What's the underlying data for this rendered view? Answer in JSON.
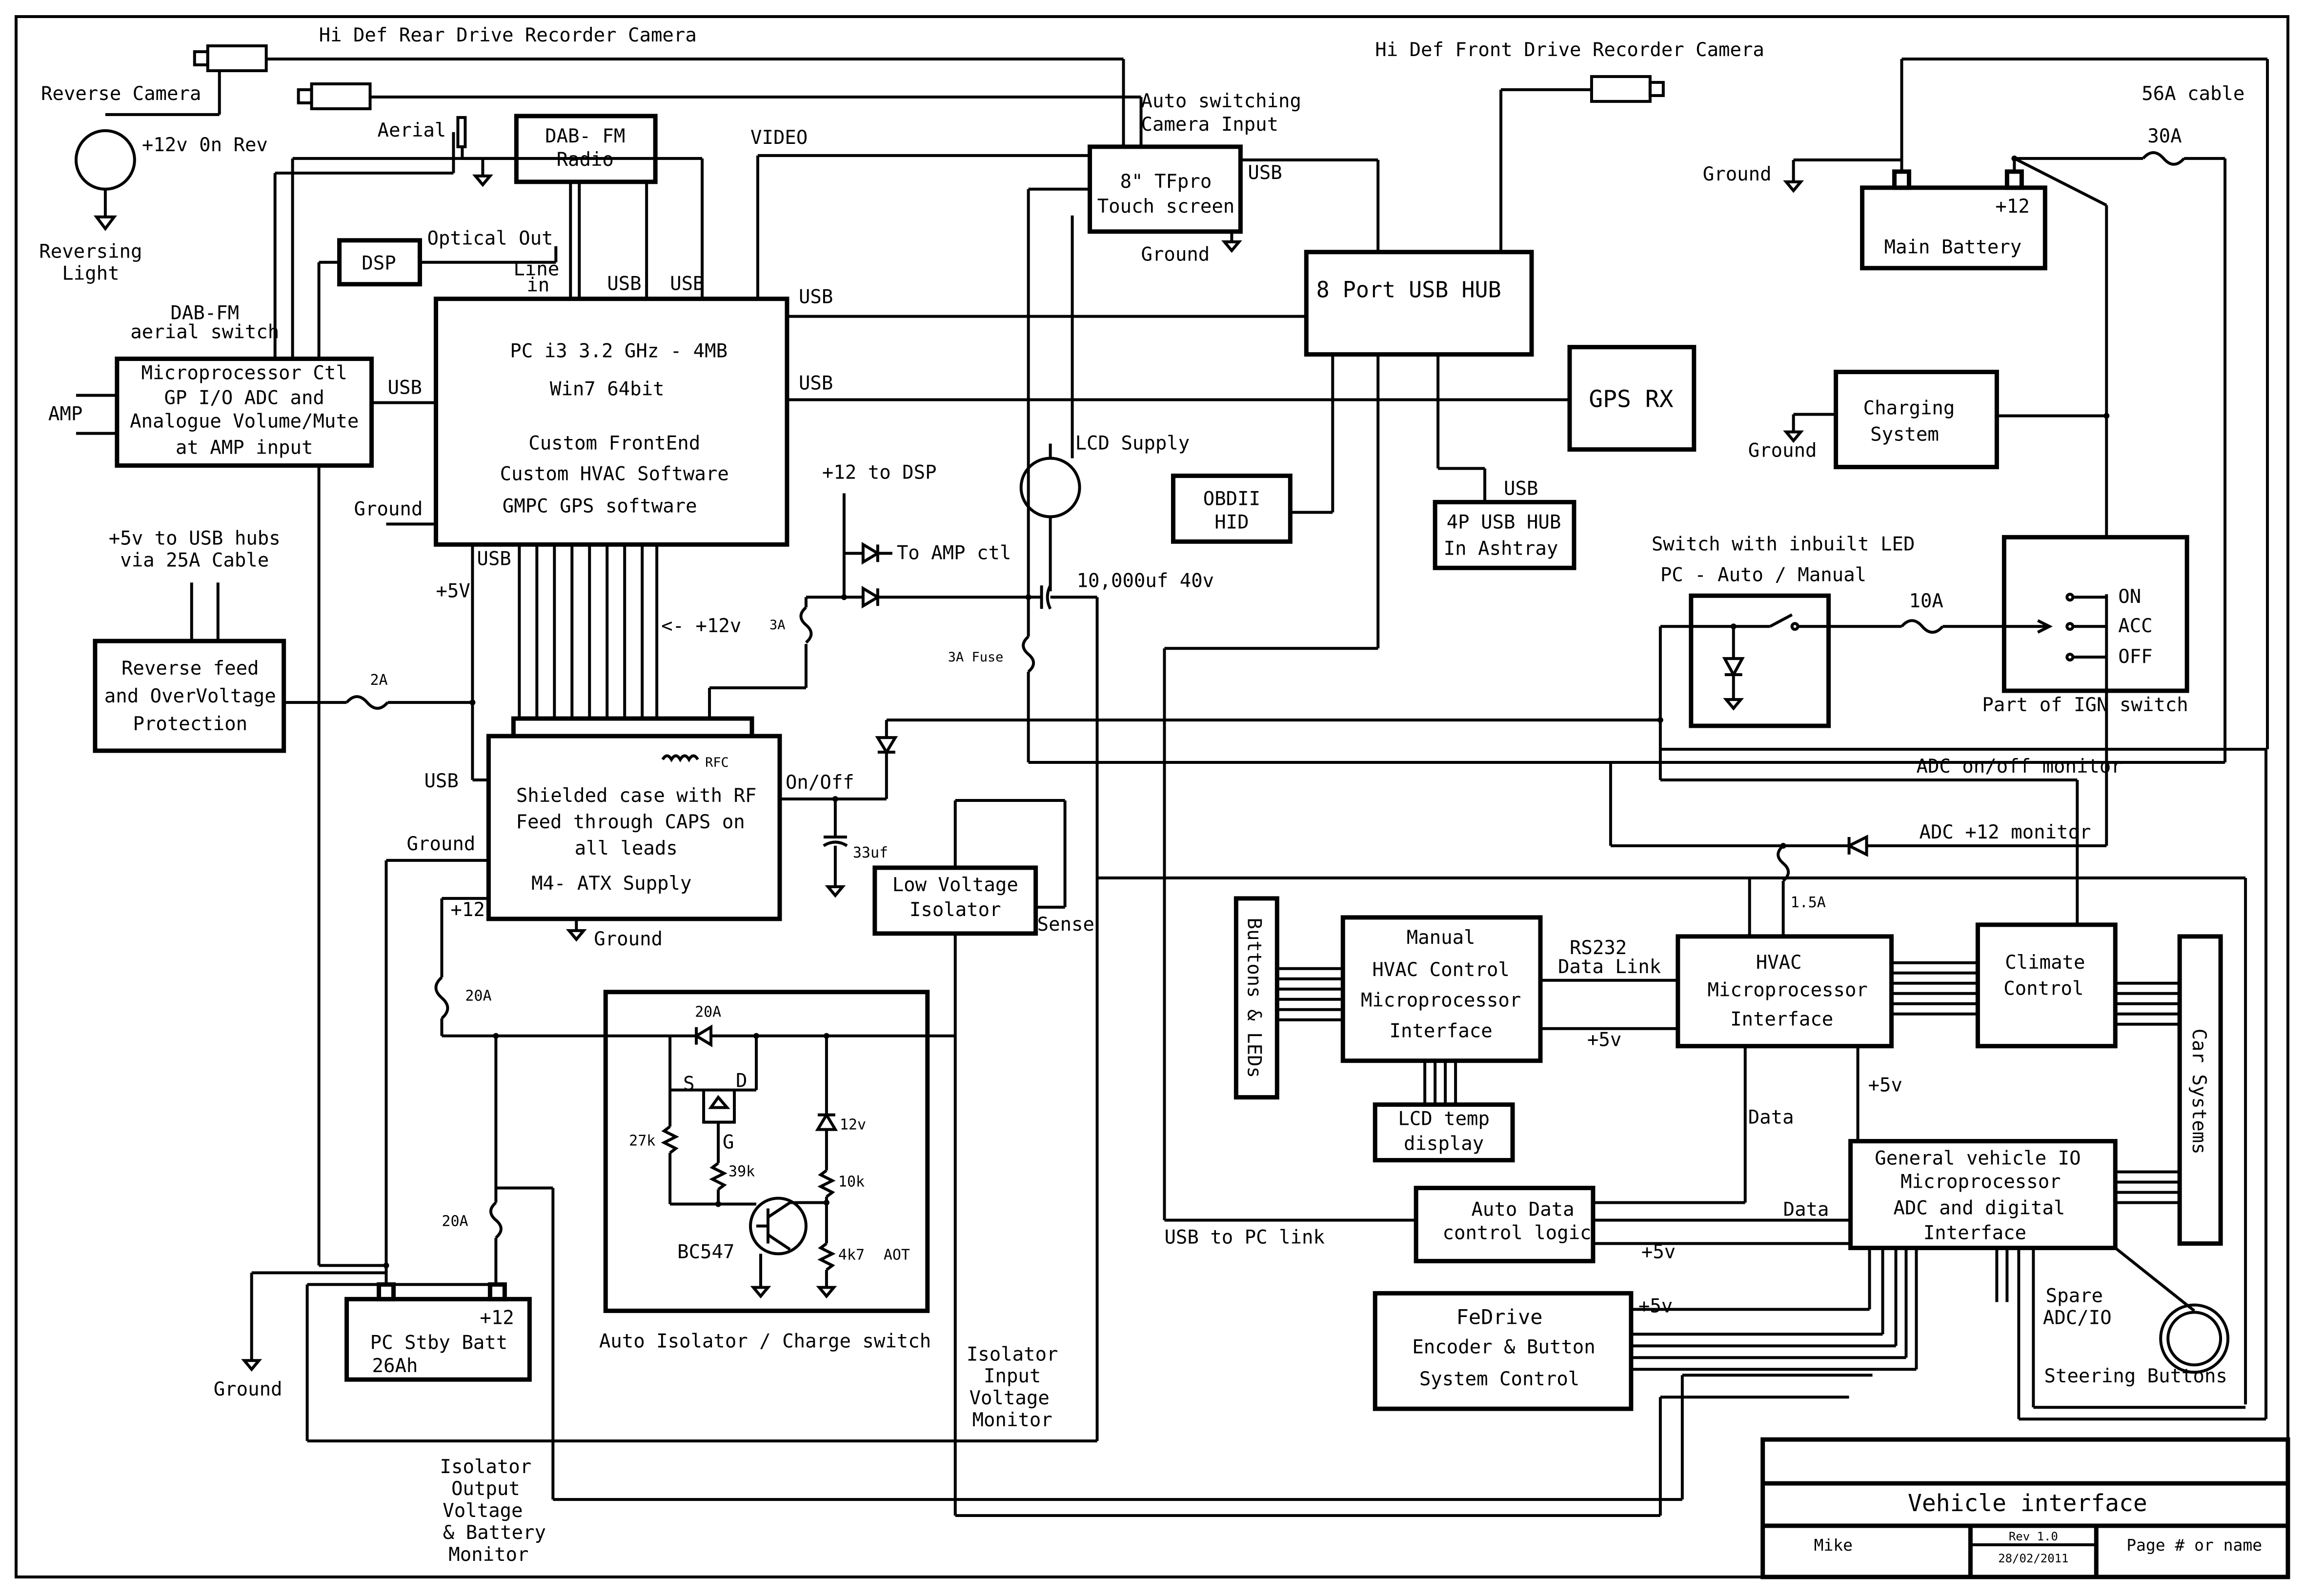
{
  "title_block": {
    "title": "Vehicle interface",
    "author": "Mike",
    "revision": "Rev 1.0",
    "date": "28/02/2011",
    "page": "Page # or name"
  },
  "labels": {
    "rear_cam": "Hi Def Rear Drive Recorder Camera",
    "front_cam": "Hi Def Front Drive Recorder Camera",
    "reverse_cam": "Reverse Camera",
    "rev_12v": "+12v 0n Rev",
    "rev_light_1": "Reversing",
    "rev_light_2": "Light",
    "aerial": "Aerial",
    "dab_1": "DAB- FM",
    "dab_2": "Radio",
    "dsp": "DSP",
    "optical": "Optical Out",
    "linein_1": "Line",
    "linein_2": "in",
    "usb": "USB",
    "video": "VIDEO",
    "autosw_1": "Auto switching",
    "autosw_2": "Camera Input",
    "tfpro_1": "8\"  TFpro",
    "tfpro_2": "Touch screen",
    "ground": "Ground",
    "usbhub": "8 Port USB HUB",
    "gps": "GPS RX",
    "cable56": "56A cable",
    "fuse30": "30A",
    "battery": "Main Battery",
    "plus12": "+12",
    "charging_1": "Charging",
    "charging_2": "System",
    "dabsw_1": "DAB-FM",
    "dabsw_2": "aerial switch",
    "mcu_1": "Microprocessor Ctl",
    "mcu_2": "GP I/O ADC and",
    "mcu_3": "Analogue Volume/Mute",
    "mcu_4": "at AMP input",
    "amp": "AMP",
    "pc_1": "PC i3 3.2 GHz  - 4MB",
    "pc_2": "Win7  64bit",
    "pc_3": "Custom FrontEnd",
    "pc_4": "Custom HVAC Software",
    "pc_5": "GMPC GPS software",
    "lcd_supply": "LCD Supply",
    "obd_1": "OBDII",
    "obd_2": "HID",
    "hub4_1": "4P USB HUB",
    "hub4_2": "In Ashtray",
    "sw_led": "Switch with inbuilt LED",
    "pc_auto": "PC - Auto / Manual",
    "fuse10": "10A",
    "on": "ON",
    "acc": "ACC",
    "off": "OFF",
    "ign": "Part of IGN switch",
    "plus12_dsp": "+12 to DSP",
    "to_amp": "To AMP ctl",
    "cap10k": "10,000uf 40v",
    "fuse3a": "3A",
    "fuse3a_2": "3A Fuse",
    "usbpwr_1": "+5v to USB hubs",
    "usbpwr_2": "via 25A Cable",
    "plus5": "+5V",
    "plus12_arrow": "<- +12v",
    "revfeed_1": "Reverse feed",
    "revfeed_2": "and OverVoltage",
    "revfeed_3": "Protection",
    "fuse2a": "2A",
    "rfc": "RFC",
    "onoff": "On/Off",
    "adc_onoff": "ADC on/off monitor",
    "adc_12": "ADC  +12 monitor",
    "fuse15": "1.5A",
    "cap33": "33uf",
    "shield_1": "Shielded case with RF",
    "shield_2": "Feed through CAPS on",
    "shield_3": "all leads",
    "shield_4": "M4- ATX Supply",
    "lvi_1": "Low Voltage",
    "lvi_2": "Isolator",
    "sense": "Sense",
    "buttons": "Buttons & LEDs",
    "hvac_1": "Manual",
    "hvac_2": "HVAC Control",
    "hvac_3": "Microprocessor",
    "hvac_4": "Interface",
    "rs232_1": "RS232",
    "rs232_2": "Data Link",
    "hvmcu_1": "HVAC",
    "hvmcu_2": "Microprocessor",
    "hvmcu_3": "Interface",
    "climate_1": "Climate",
    "climate_2": "Control",
    "carsys": "Car Systems",
    "plus5v": "+5v",
    "fuse20": "20A",
    "diode20": "20A",
    "s": "S",
    "d": "D",
    "g": "G",
    "r27k": "27k",
    "r39k": "39k",
    "r10k": "10k",
    "r4k7": "4k7",
    "z12": "12v",
    "aot": "AOT",
    "bc547": "BC547",
    "auto_iso": "Auto Isolator / Charge switch",
    "lcdtemp_1": "LCD temp",
    "lcdtemp_2": "display",
    "data": "Data",
    "gvio_1": "General vehicle IO",
    "gvio_2": "Microprocessor",
    "gvio_3": "ADC and digital",
    "gvio_4": "Interface",
    "adl_1": "Auto Data",
    "adl_2": "control logic",
    "usbpc": "USB to PC link",
    "spare_1": "Spare",
    "spare_2": "ADC/IO",
    "steering": "Steering Buttons",
    "fedrive_1": "FeDrive",
    "fedrive_2": "Encoder & Button",
    "fedrive_3": "System Control",
    "stby_1": "PC Stby Batt",
    "stby_2": "26Ah",
    "iim_1": "Isolator",
    "iim_2": "Input",
    "iim_3": "Voltage",
    "iim_4": "Monitor",
    "iom_1": "Isolator",
    "iom_2": "Output",
    "iom_3": "Voltage",
    "iom_4": "& Battery",
    "iom_5": "Monitor"
  }
}
